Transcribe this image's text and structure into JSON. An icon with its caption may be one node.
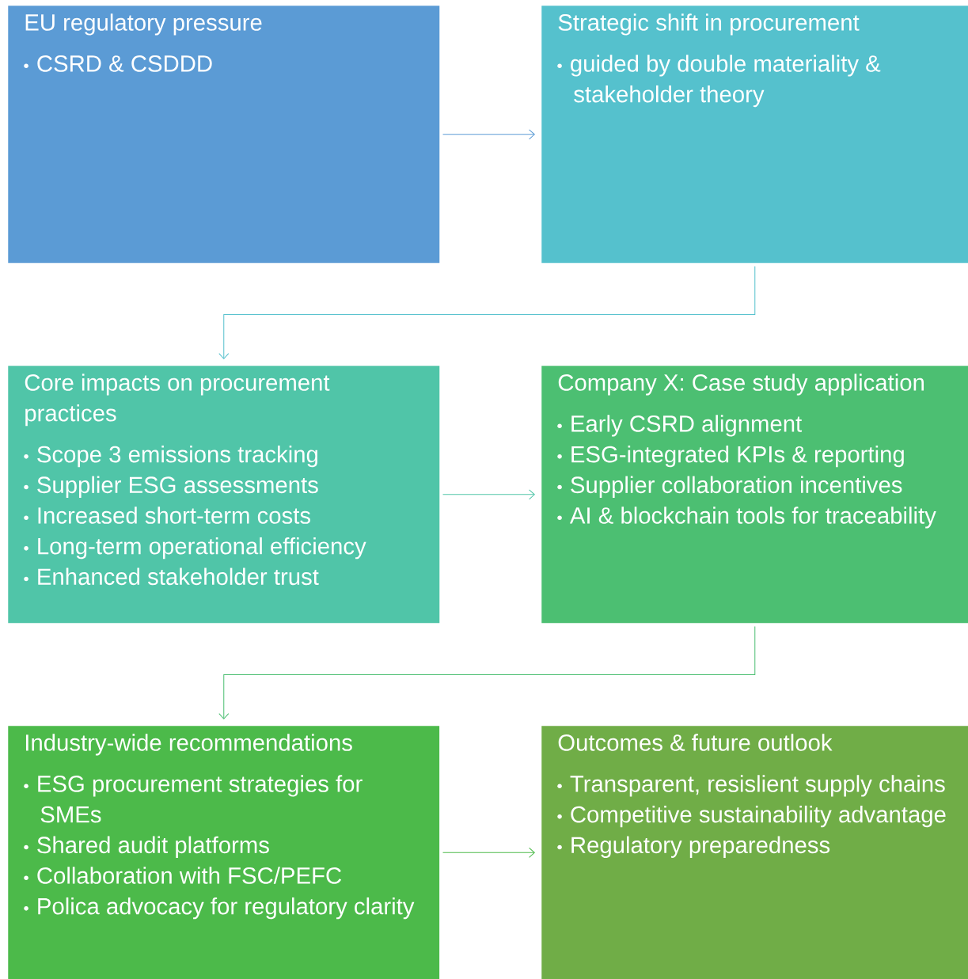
{
  "diagram": {
    "nodes": [
      {
        "text": [
          "EU regulatory pressure",
          "CSRD & CSDDD"
        ]
      },
      {
        "text": [
          "Strategic shift in procurement",
          "guided by double materiality & stakeholder theory"
        ]
      },
      {
        "text": [
          "Core impacts on procurement practices",
          "Scope 3 emissions tracking",
          "Supplier ESG assessments",
          "Increased short-term costs",
          "Long-term operational efficiency",
          "Enhanced stakeholder trust"
        ]
      },
      {
        "text": [
          "Company X: Case study application",
          "Early CSRD alignment",
          "ESG-integrated KPIs & reporting",
          "Supplier collaboration incentives",
          "AI & blockchain tools for traceability"
        ]
      },
      {
        "text": [
          "Industry-wide recommendations",
          "ESG procurement strategies for SMEs",
          "Shared audit platforms",
          "Collaboration with FSC/PEFC",
          "Polica advocacy for regulatory clarity"
        ]
      },
      {
        "text": [
          "Outcomes & future outlook",
          "Transparent, resislient supply chains",
          "Competitive sustainability advantage",
          "Regulatory preparedness"
        ]
      }
    ],
    "edges": [
      {
        "from": 0,
        "to": 1,
        "arrow": "to",
        "color": "#5b9bd5"
      },
      {
        "from": 1,
        "to": 2,
        "arrow": "to",
        "color": "#55c1cd"
      },
      {
        "from": 2,
        "to": 3,
        "arrow": "to",
        "color": "#50c5a8"
      },
      {
        "from": 3,
        "to": 4,
        "arrow": "to",
        "color": "#4cbf72"
      },
      {
        "from": 4,
        "to": 5,
        "arrow": "to",
        "color": "#4cba4a"
      }
    ]
  }
}
